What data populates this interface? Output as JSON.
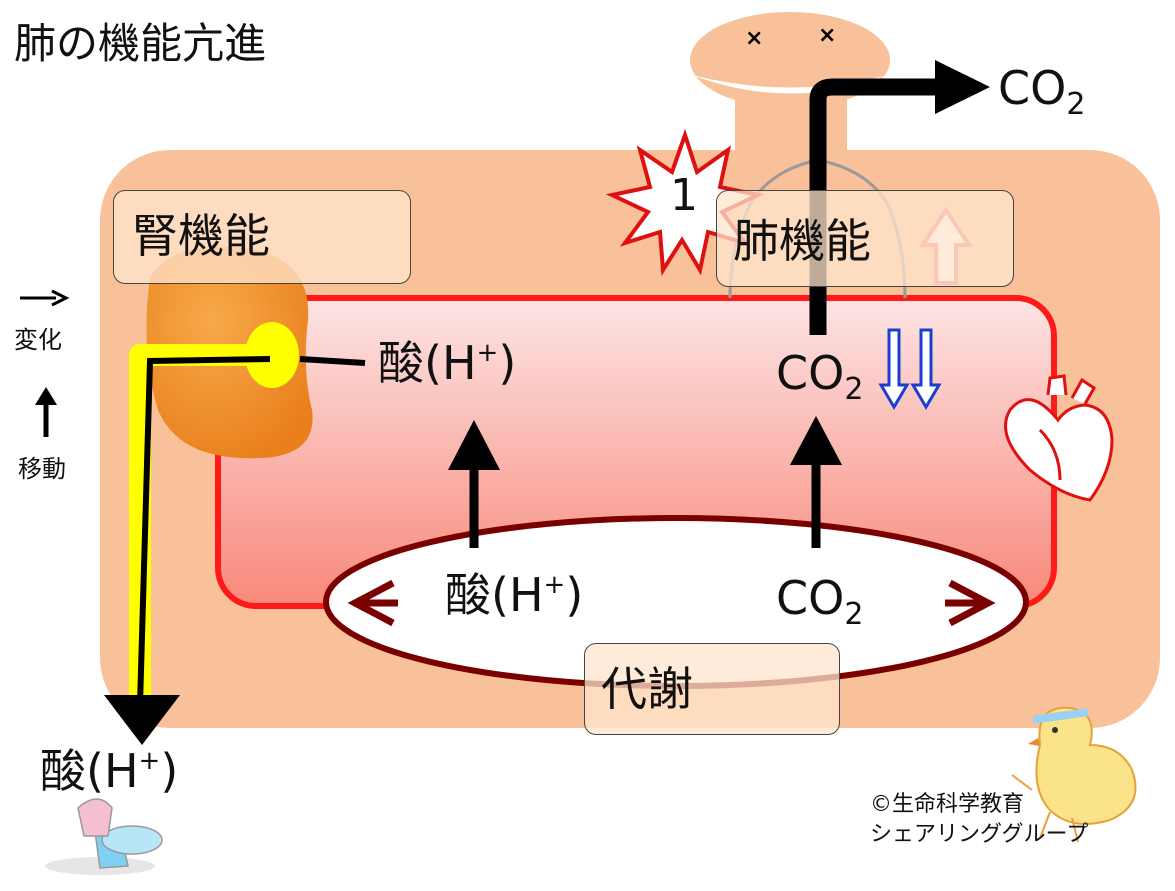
{
  "title": "肺の機能亢進",
  "boxes": {
    "kidney": "腎機能",
    "lung": "肺機能",
    "metabolism": "代謝"
  },
  "badge": "1",
  "acid": "酸(H",
  "plus": "+",
  "acid_close": ")",
  "co2_base": "CO",
  "co2_sub": "2",
  "legend": {
    "change": "変化",
    "move": "移動"
  },
  "copyright": {
    "line1": "©生命科学教育",
    "line2": "シェアリンググループ"
  },
  "colors": {
    "body": "#f8c199",
    "blood_top": "#fde4e4",
    "blood_bottom": "#f7897a",
    "vessel_border": "#ff1a1a",
    "ellipse_border": "#7a0000",
    "kidney": "#f4932e",
    "urine_path": "#ffff00",
    "change_up_arrow": "#f07070",
    "change_down_arrow": "#1a3fd0"
  }
}
